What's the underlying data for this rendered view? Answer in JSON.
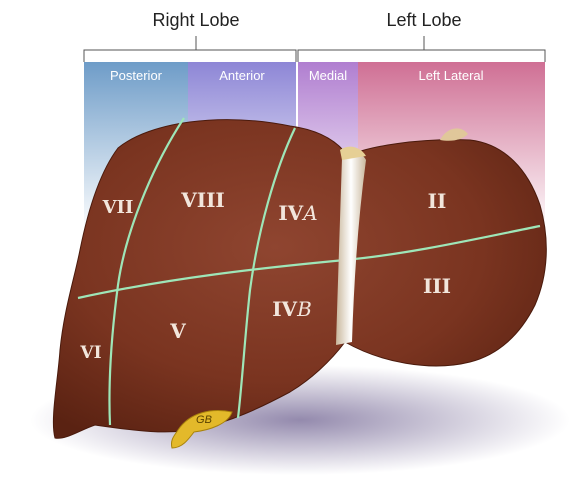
{
  "lobes": {
    "right": "Right Lobe",
    "left": "Left Lobe"
  },
  "bands": {
    "posterior": "Posterior",
    "anterior": "Anterior",
    "medial": "Medial",
    "left_lateral": "Left Lateral"
  },
  "segments": {
    "vii": "VII",
    "viii": "VIII",
    "iva_num": "IV",
    "iva_letter": "A",
    "ii": "II",
    "iii": "III",
    "v": "V",
    "ivb_num": "IV",
    "ivb_letter": "B",
    "vi": "VI"
  },
  "gallbladder": "GB",
  "colors": {
    "posterior": "#6e9cc8",
    "anterior": "#8d86d6",
    "medial": "#b07ed0",
    "left_lateral": "#cf6f94",
    "liver": "#7a3420",
    "divider": "#9ee6b8",
    "ligament": "#f4eadc",
    "gallbladder": "#e3b92a"
  }
}
